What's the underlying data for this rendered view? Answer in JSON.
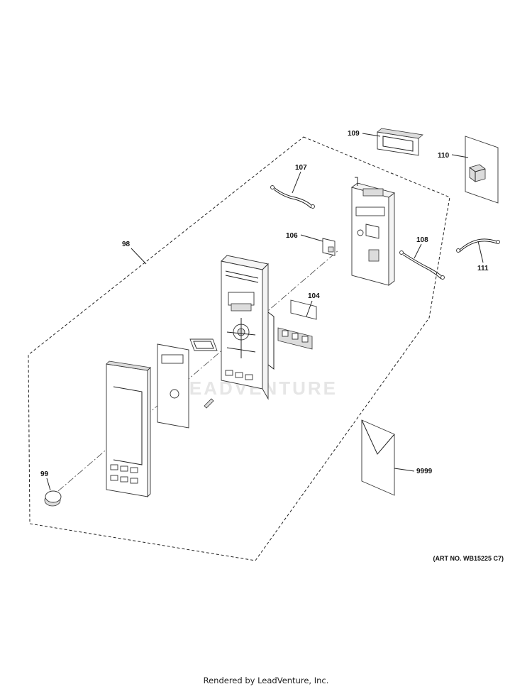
{
  "diagram": {
    "callouts": {
      "c98": "98",
      "c99": "99",
      "c104": "104",
      "c106": "106",
      "c107": "107",
      "c108": "108",
      "c109": "109",
      "c110": "110",
      "c111": "111",
      "c9999": "9999"
    },
    "art_number": "(ART NO. WB15225 C7)",
    "watermark": "LEADVENTURE"
  },
  "footer": {
    "text": "Rendered by LeadVenture, Inc."
  }
}
